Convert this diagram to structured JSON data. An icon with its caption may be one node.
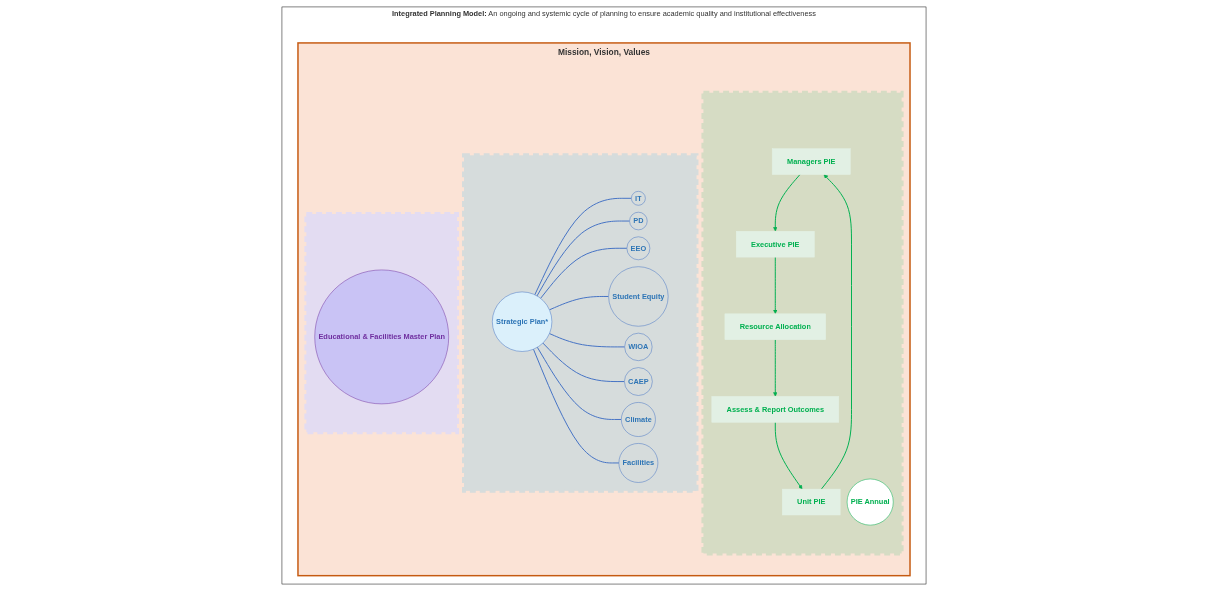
{
  "diagram": {
    "nodes": [
      {
        "text": [
          "Integrated Planning Model:",
          "An ongoing and systemic cycle of planning to ensure academic quality and institutional effectiveness"
        ]
      },
      {
        "text": [
          "Mission, Vision, Values"
        ],
        "in": 0
      },
      {
        "text": [],
        "shape": "gear",
        "in": 1
      },
      {
        "text": [
          "Educational & Facilities Master Plan"
        ],
        "in": 2
      },
      {
        "text": [],
        "shape": "gear",
        "in": 1
      },
      {
        "text": [
          "Strategic Plan*"
        ],
        "in": 4
      },
      {
        "text": [
          "IT"
        ],
        "in": 4
      },
      {
        "text": [
          "PD"
        ],
        "in": 4
      },
      {
        "text": [
          "EEO"
        ],
        "in": 4
      },
      {
        "text": [
          "Student Equity"
        ],
        "in": 4
      },
      {
        "text": [
          "WIOA"
        ],
        "in": 4
      },
      {
        "text": [
          "CAEP"
        ],
        "in": 4
      },
      {
        "text": [
          "Climate"
        ],
        "in": 4
      },
      {
        "text": [
          "Facilities"
        ],
        "in": 4
      },
      {
        "text": [],
        "shape": "gear",
        "in": 1
      },
      {
        "text": [
          "Managers PIE"
        ],
        "in": 14
      },
      {
        "text": [
          "Unit PIE"
        ],
        "in": 14
      },
      {
        "text": [
          "Executive PIE"
        ],
        "in": 14
      },
      {
        "text": [
          "PIE Annual"
        ],
        "in": 14
      },
      {
        "text": [
          "Assess & Report Outcomes"
        ],
        "in": 14
      },
      {
        "text": [
          "Resource Allocation"
        ],
        "in": 14
      }
    ],
    "edges": [
      {
        "from": 5,
        "to": 6,
        "arrow": "none"
      },
      {
        "from": 5,
        "to": 7,
        "arrow": "none"
      },
      {
        "from": 5,
        "to": 8,
        "arrow": "none"
      },
      {
        "from": 5,
        "to": 9,
        "arrow": "none"
      },
      {
        "from": 5,
        "to": 10,
        "arrow": "none"
      },
      {
        "from": 5,
        "to": 11,
        "arrow": "none"
      },
      {
        "from": 5,
        "to": 12,
        "arrow": "none"
      },
      {
        "from": 5,
        "to": 13,
        "arrow": "none"
      },
      {
        "from": 15,
        "to": 17,
        "arrow": "to",
        "color": "#00b050"
      },
      {
        "from": 17,
        "to": 20,
        "arrow": "to",
        "color": "#00b050"
      },
      {
        "from": 20,
        "to": 19,
        "arrow": "to",
        "color": "#00b050"
      },
      {
        "from": 19,
        "to": 16,
        "arrow": "to",
        "color": "#00b050"
      },
      {
        "from": 16,
        "to": 15,
        "arrow": "to",
        "color": "#00b050"
      }
    ]
  }
}
